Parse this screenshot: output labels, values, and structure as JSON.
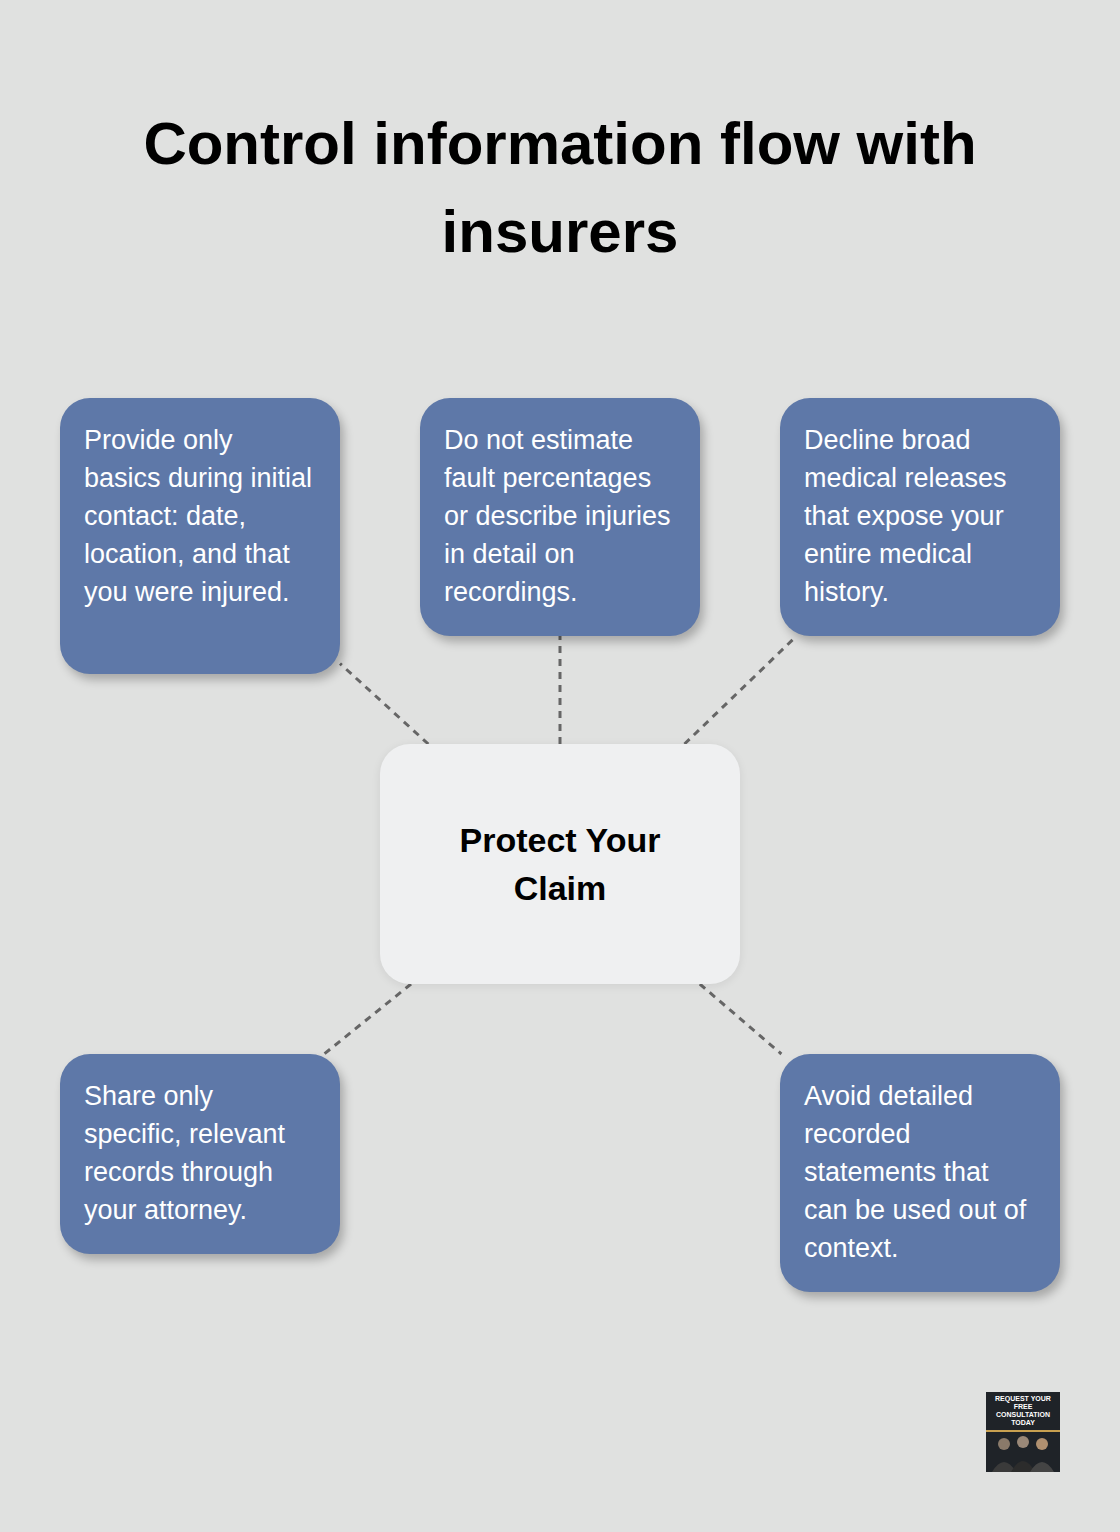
{
  "diagram": {
    "title": "Control information flow with insurers",
    "nodes": [
      {
        "text": [
          "Provide only basics during initial contact: date, location, and that you were injured."
        ]
      },
      {
        "text": [
          "Do not estimate fault percentages or describe injuries in detail on recordings."
        ]
      },
      {
        "text": [
          "Decline broad medical releases that expose your entire medical history."
        ]
      },
      {
        "text": [
          "Protect Your Claim"
        ]
      },
      {
        "text": [
          "Share only specific, relevant records through your attorney."
        ]
      },
      {
        "text": [
          "Avoid detailed recorded statements that can be used out of context."
        ]
      }
    ],
    "edges": [
      {
        "from": 3,
        "to": 0,
        "arrow": "none"
      },
      {
        "from": 3,
        "to": 1,
        "arrow": "none"
      },
      {
        "from": 3,
        "to": 2,
        "arrow": "none"
      },
      {
        "from": 3,
        "to": 4,
        "arrow": "none"
      },
      {
        "from": 3,
        "to": 5,
        "arrow": "none"
      }
    ],
    "labels": [
      "REQUEST YOUR FREE CONSULTATION TODAY"
    ]
  }
}
